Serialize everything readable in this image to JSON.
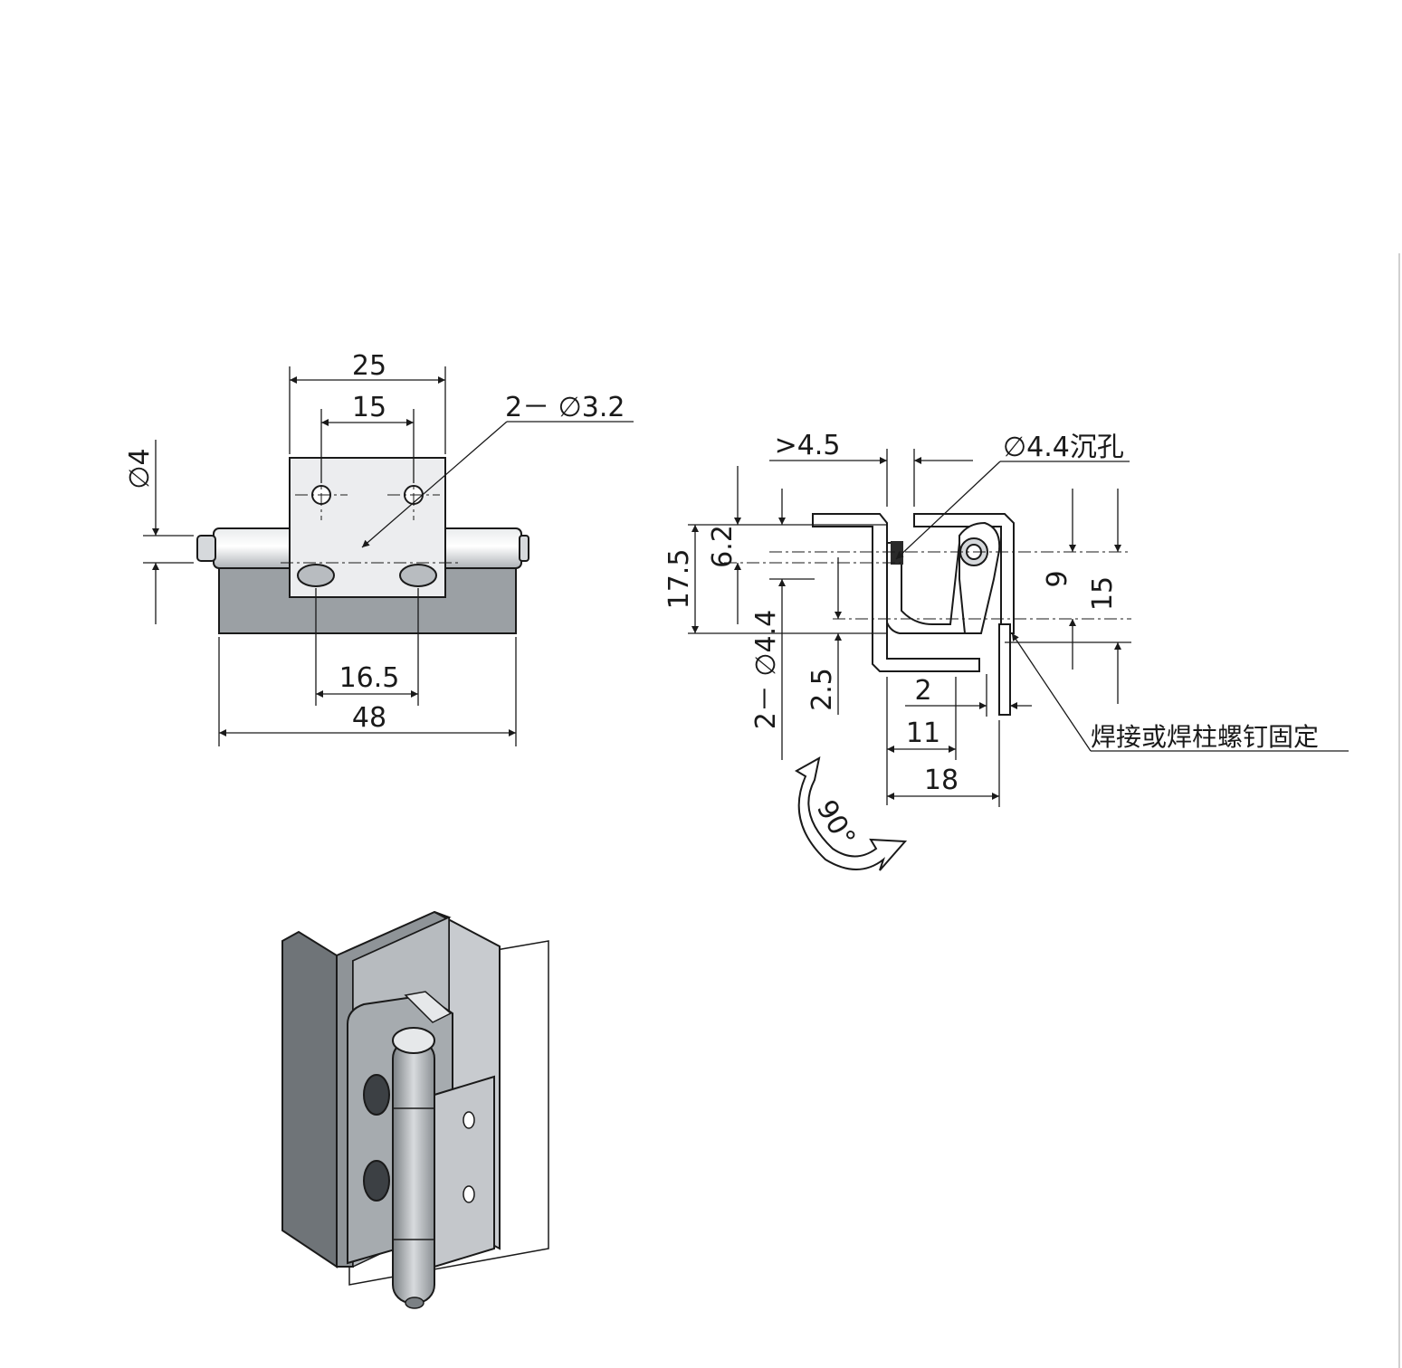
{
  "front_view": {
    "dims": {
      "width_25": "25",
      "hole_spacing_15": "15",
      "holes_label": "2－ ∅3.2",
      "pin_dia": "∅4",
      "spacing_16_5": "16.5",
      "length_48": "48"
    }
  },
  "side_view": {
    "dims": {
      "gap_4_5": ">4.5",
      "countersink": "∅4.4沉孔",
      "h_6_2": "6.2",
      "h_17_5": "17.5",
      "holes_4_4": "2－ ∅4.4",
      "h_2_5": "2.5",
      "h_9": "9",
      "h_15": "15",
      "t_2": "2",
      "w_11": "11",
      "w_18": "18",
      "rotation": "90°"
    },
    "weld_note": "焊接或焊柱螺钉固定"
  },
  "colors": {
    "line": "#1a1a1a",
    "leaf_fill": "#ecedef",
    "barrel_fill": "#c9ccd0",
    "lower_leaf_fill": "#9ba0a4",
    "iso_dark": "#6f7478",
    "iso_mid": "#8f9498",
    "iso_light": "#c8cbcf"
  },
  "icons": [
    "rotation-arrow-icon"
  ]
}
